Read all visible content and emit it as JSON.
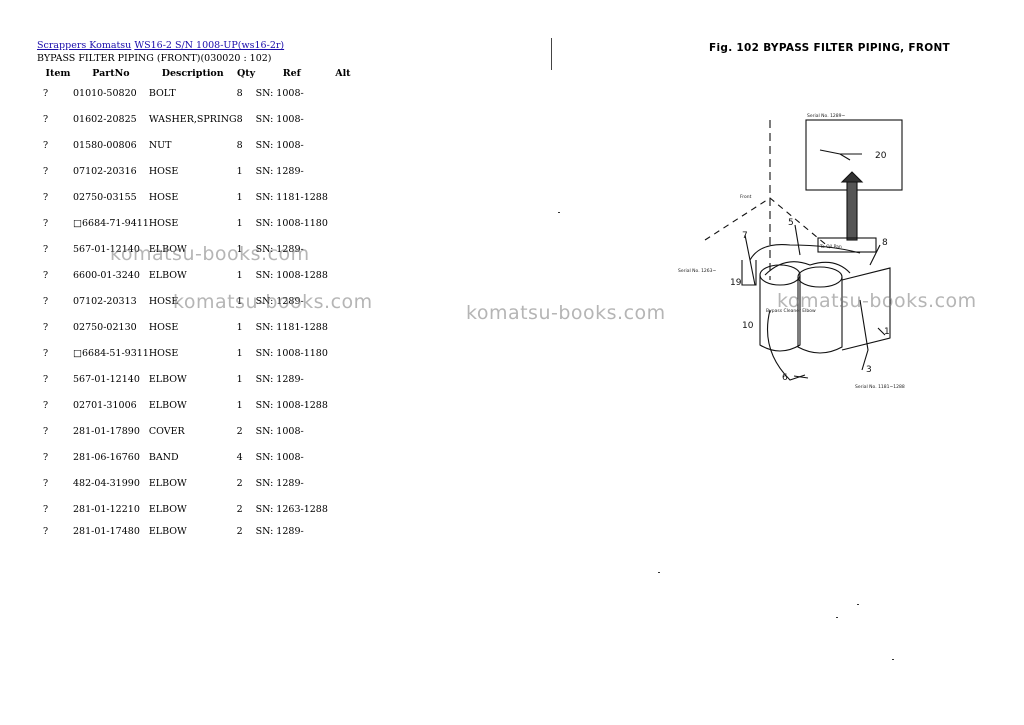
{
  "breadcrumb": {
    "link1": "Scrappers Komatsu",
    "link2": "WS16-2 S/N 1008-UP(ws16-2r)"
  },
  "page_title": "BYPASS FILTER PIPING (FRONT)(030020 : 102)",
  "table": {
    "headers": {
      "item": "Item",
      "partno": "PartNo",
      "description": "Description",
      "qty": "Qty",
      "ref": "Ref",
      "alt": "Alt"
    },
    "rows": [
      {
        "item": "?",
        "partno": "01010-50820",
        "description": "BOLT",
        "qty": "8",
        "ref": "SN: 1008-"
      },
      {
        "item": "?",
        "partno": "01602-20825",
        "description": "WASHER,SPRING",
        "qty": "8",
        "ref": "SN: 1008-"
      },
      {
        "item": "?",
        "partno": "01580-00806",
        "description": "NUT",
        "qty": "8",
        "ref": "SN: 1008-"
      },
      {
        "item": "?",
        "partno": "07102-20316",
        "description": "HOSE",
        "qty": "1",
        "ref": "SN: 1289-"
      },
      {
        "item": "?",
        "partno": "02750-03155",
        "description": "HOSE",
        "qty": "1",
        "ref": "SN: 1181-1288"
      },
      {
        "item": "?",
        "partno": "□6684-71-9411",
        "description": "HOSE",
        "qty": "1",
        "ref": "SN: 1008-1180"
      },
      {
        "item": "?",
        "partno": "567-01-12140",
        "description": "ELBOW",
        "qty": "1",
        "ref": "SN: 1289-"
      },
      {
        "item": "?",
        "partno": "6600-01-3240",
        "description": "ELBOW",
        "qty": "1",
        "ref": "SN: 1008-1288"
      },
      {
        "item": "?",
        "partno": "07102-20313",
        "description": "HOSE",
        "qty": "1",
        "ref": "SN: 1289-"
      },
      {
        "item": "?",
        "partno": "02750-02130",
        "description": "HOSE",
        "qty": "1",
        "ref": "SN: 1181-1288"
      },
      {
        "item": "?",
        "partno": "□6684-51-9311",
        "description": "HOSE",
        "qty": "1",
        "ref": "SN: 1008-1180"
      },
      {
        "item": "?",
        "partno": "567-01-12140",
        "description": "ELBOW",
        "qty": "1",
        "ref": "SN: 1289-"
      },
      {
        "item": "?",
        "partno": "02701-31006",
        "description": "ELBOW",
        "qty": "1",
        "ref": "SN: 1008-1288"
      },
      {
        "item": "?",
        "partno": "281-01-17890",
        "description": "COVER",
        "qty": "2",
        "ref": "SN: 1008-"
      },
      {
        "item": "?",
        "partno": "281-06-16760",
        "description": "BAND",
        "qty": "4",
        "ref": "SN: 1008-"
      },
      {
        "item": "?",
        "partno": "482-04-31990",
        "description": "ELBOW",
        "qty": "2",
        "ref": "SN: 1289-"
      },
      {
        "item": "?",
        "partno": "281-01-12210",
        "description": "ELBOW",
        "qty": "2",
        "ref": "SN: 1263-1288"
      },
      {
        "item": "?",
        "partno": "281-01-17480",
        "description": "ELBOW",
        "qty": "2",
        "ref": "SN: 1289-"
      }
    ]
  },
  "watermark": "komatsu-books.com",
  "figure": {
    "title": "Fig. 102   BYPASS FILTER PIPING, FRONT",
    "callouts": [
      "20",
      "5",
      "7",
      "19",
      "10",
      "6",
      "3",
      "8",
      "1"
    ],
    "notes": [
      "Serial No. 1289~",
      "To Oil Pan",
      "Front",
      "Serial No. 1263~",
      "Bypass Cleaner Elbow",
      "Serial No. 1181~1288"
    ]
  }
}
